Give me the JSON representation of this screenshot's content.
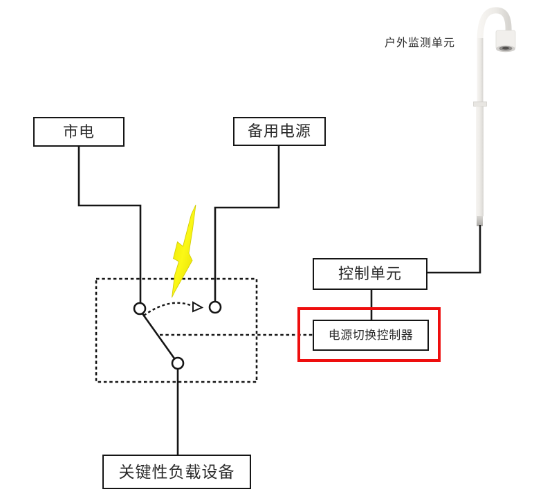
{
  "diagram": {
    "type": "power-switching-schematic",
    "boxes": {
      "mains": {
        "label": "市电"
      },
      "backup_power": {
        "label": "备用电源"
      },
      "control_unit": {
        "label": "控制单元"
      },
      "power_switch_controller": {
        "label": "电源切换控制器",
        "highlighted": true
      },
      "critical_load": {
        "label": "关键性负载设备"
      }
    },
    "annotations": {
      "outdoor_monitoring_unit": {
        "label": "户外监测单元"
      }
    },
    "icons": {
      "lightning": "lightning-bolt-icon",
      "switch": "spdt-transfer-switch-icon",
      "switch_arrow": "dashed-arc-arrow-icon",
      "pole": "outdoor-camera-pole-icon"
    },
    "colors": {
      "background": "#ffffff",
      "line": "#151515",
      "text": "#2a2a2a",
      "highlight_red": "#ee0e0e",
      "lightning_yellow": "#f2ee00",
      "pole_gray": "#ebe9e5"
    }
  }
}
